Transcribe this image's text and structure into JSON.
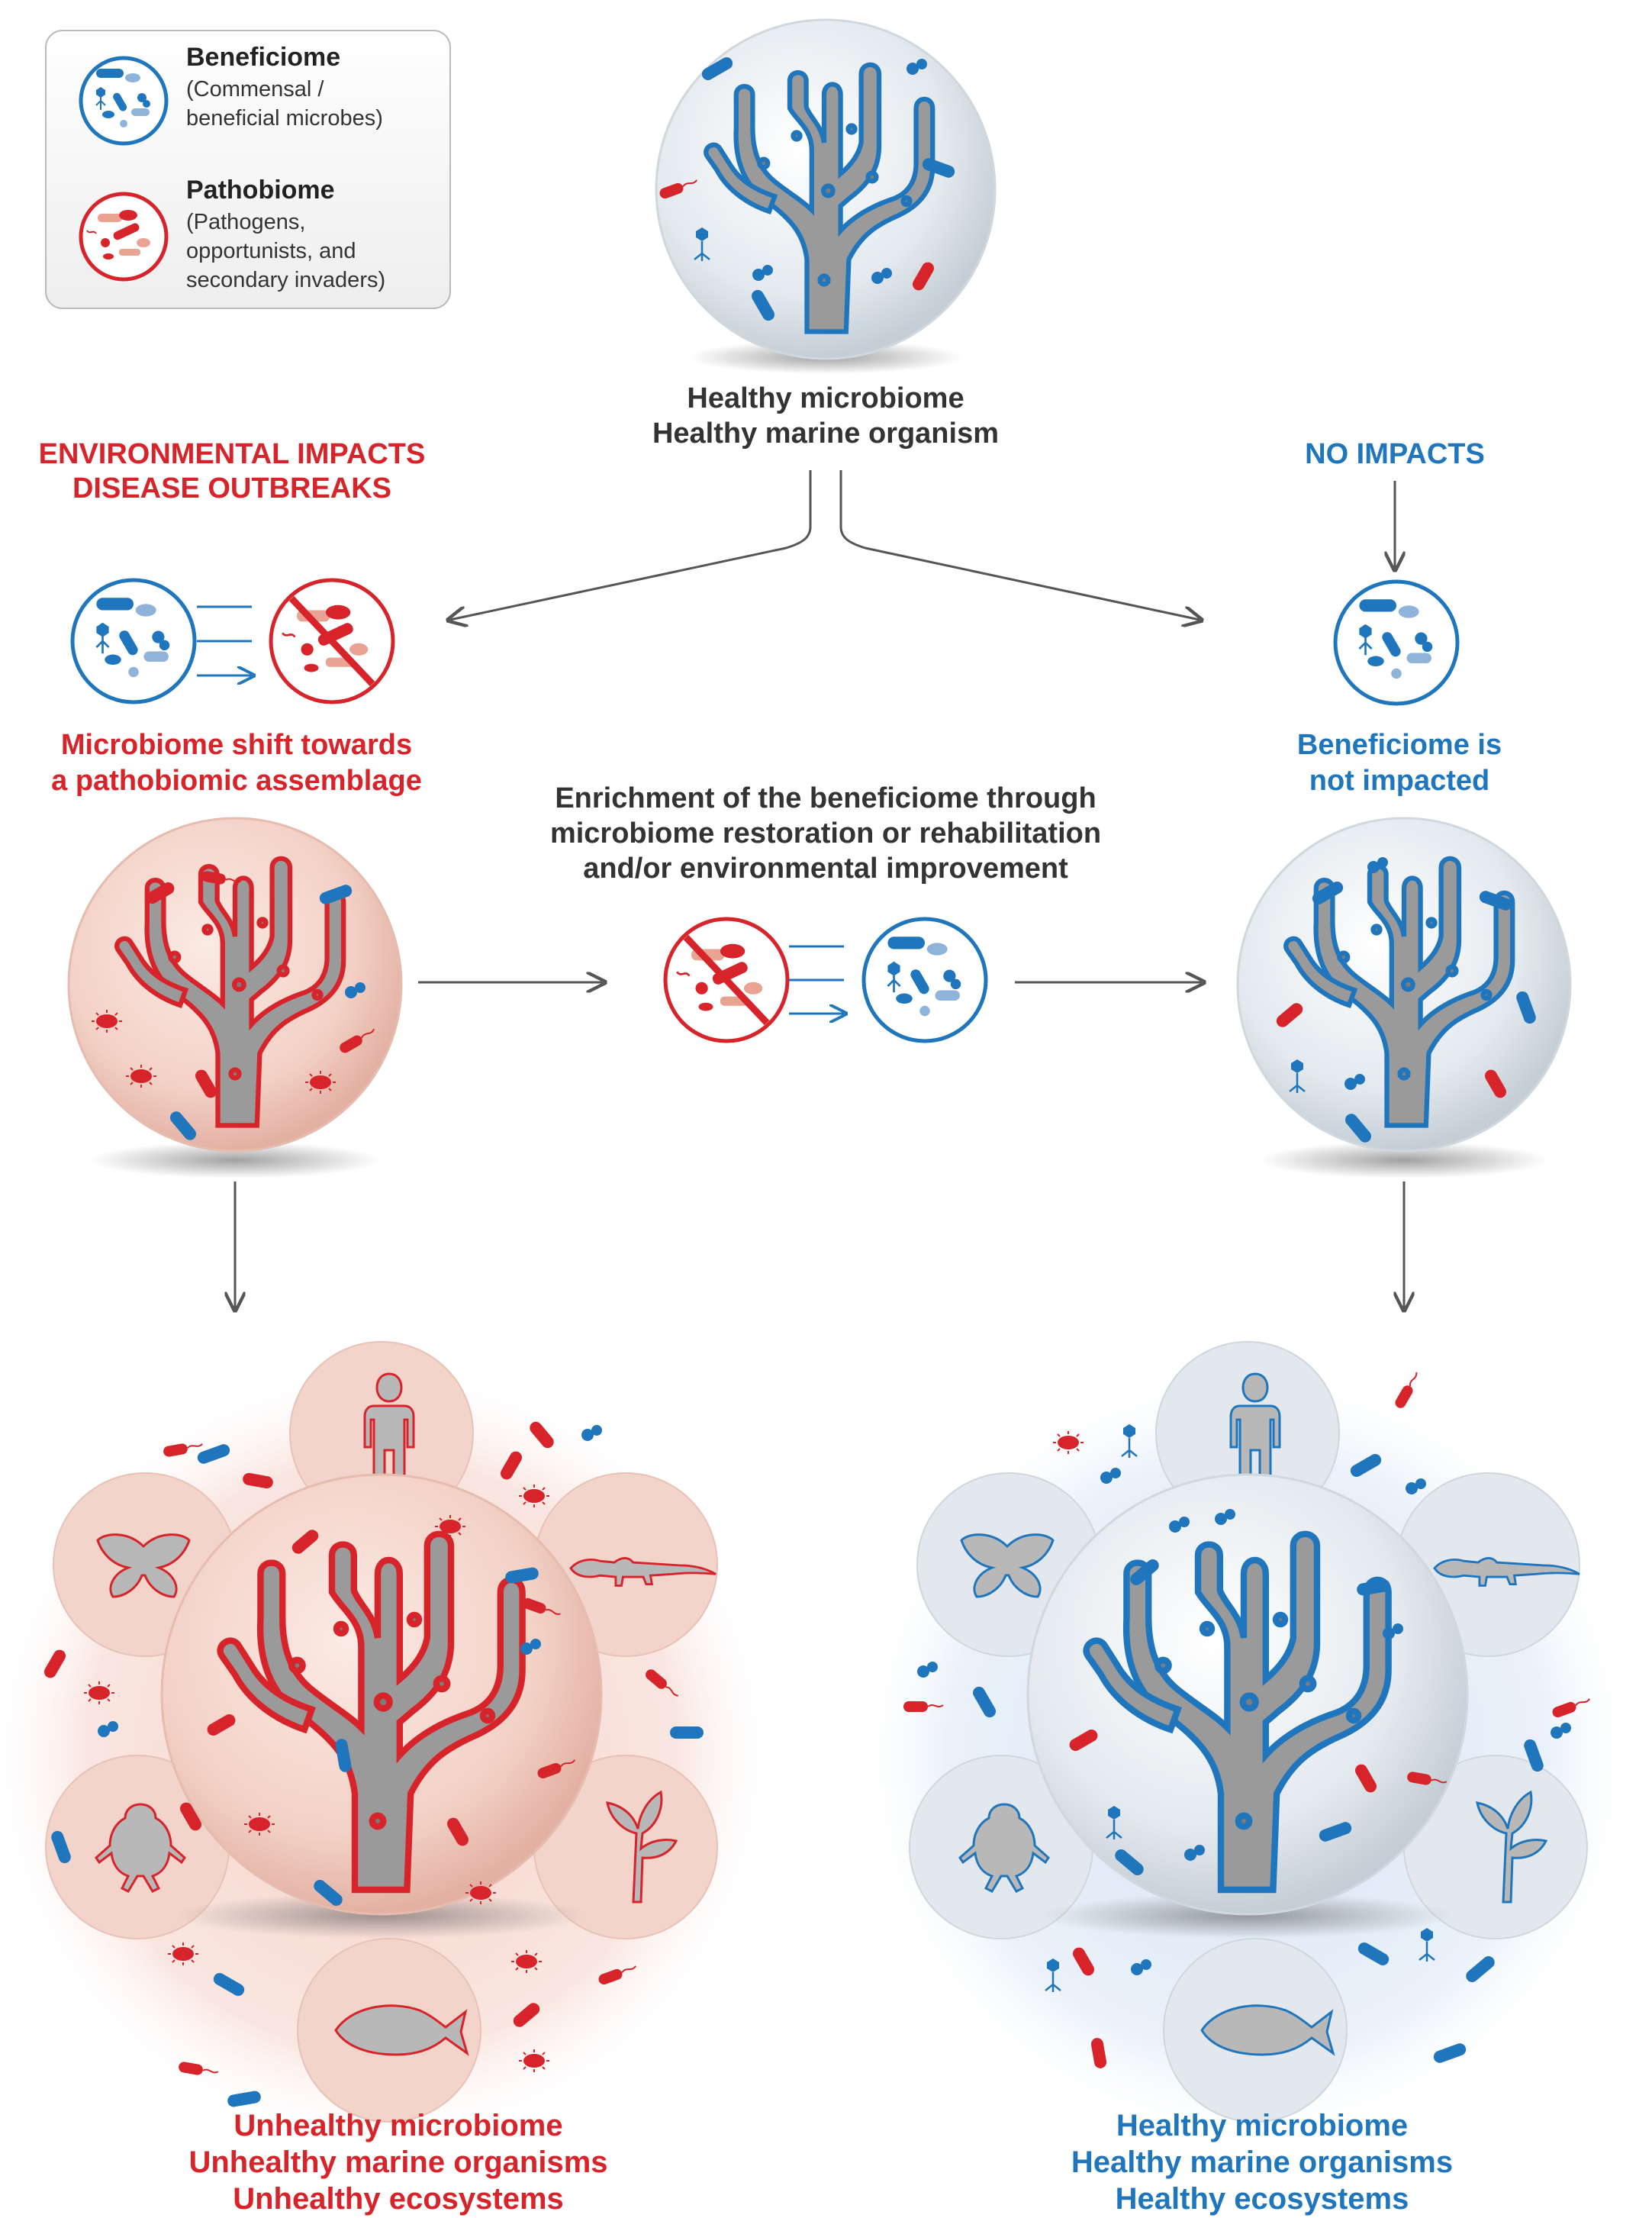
{
  "legend": {
    "beneficiome_title": "Beneficiome",
    "beneficiome_desc_1": "(Commensal /",
    "beneficiome_desc_2": "beneficial microbes)",
    "pathobiome_title": "Pathobiome",
    "pathobiome_desc_1": "(Pathogens,",
    "pathobiome_desc_2": "opportunists, and",
    "pathobiome_desc_3": "secondary invaders)"
  },
  "top": {
    "line1": "Healthy microbiome",
    "line2": "Healthy marine organism"
  },
  "left_header": {
    "line1": "ENVIRONMENTAL IMPACTS",
    "line2": "DISEASE OUTBREAKS"
  },
  "right_header": {
    "line1": "NO IMPACTS"
  },
  "left_shift": {
    "line1": "Microbiome shift towards",
    "line2": "a pathobiomic assemblage"
  },
  "right_shift": {
    "line1": "Beneficiome is",
    "line2": "not impacted"
  },
  "center_text": {
    "line1": "Enrichment of the beneficiome through",
    "line2": "microbiome restoration or rehabilitation",
    "line3": "and/or environmental improvement"
  },
  "bottom_left": {
    "line1": "Unhealthy microbiome",
    "line2": "Unhealthy marine organisms",
    "line3": "Unhealthy ecosystems"
  },
  "bottom_right": {
    "line1": "Healthy microbiome",
    "line2": "Healthy marine organisms",
    "line3": "Healthy ecosystems"
  },
  "colors": {
    "pathobiome_red": "#d7242b",
    "beneficiome_blue": "#1f76bd",
    "coral_gray": "#9a9a9a"
  }
}
